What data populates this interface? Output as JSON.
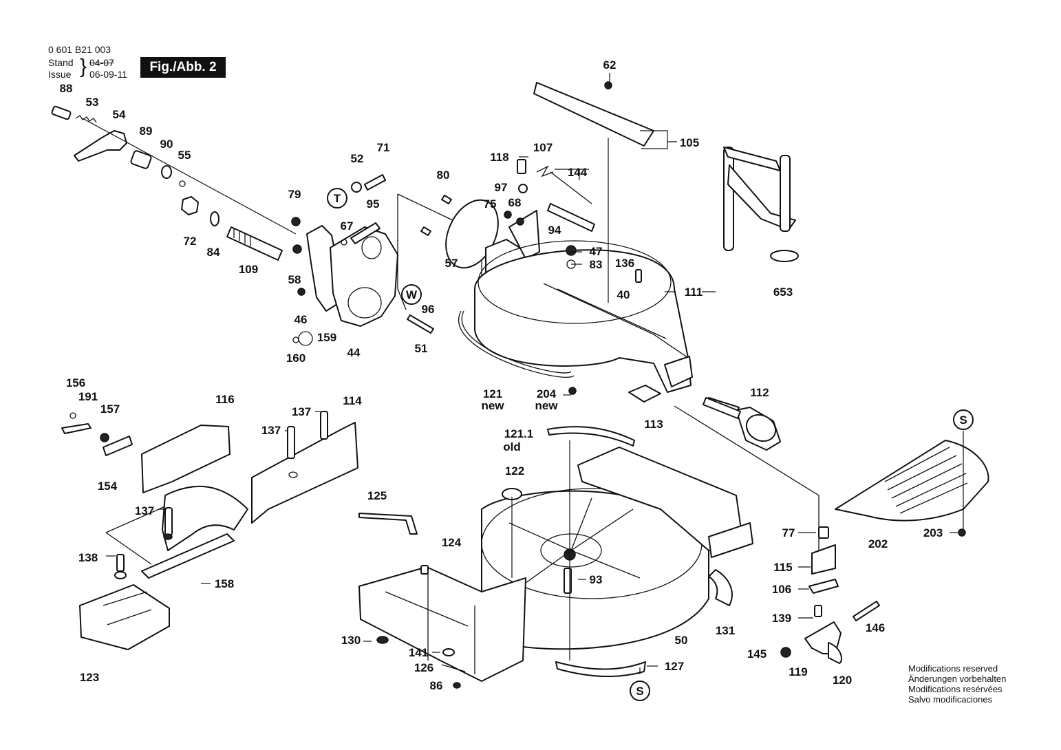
{
  "header": {
    "part_number": "0 601 B21 003",
    "stand_label": "Stand",
    "issue_label": "Issue",
    "stand_value": "04-07",
    "issue_value": "06-09-11",
    "figure_label": "Fig./Abb. 2"
  },
  "markers": [
    "T",
    "W",
    "S",
    "S"
  ],
  "part_labels": [
    "88",
    "53",
    "54",
    "89",
    "90",
    "55",
    "72",
    "84",
    "109",
    "58",
    "79",
    "46",
    "159",
    "160",
    "44",
    "52",
    "71",
    "95",
    "67",
    "96",
    "51",
    "80",
    "75",
    "68",
    "57",
    "118",
    "107",
    "97",
    "144",
    "94",
    "62",
    "105",
    "47",
    "83",
    "136",
    "40",
    "111",
    "653",
    "121",
    "new",
    "204",
    "new",
    "112",
    "113",
    "156",
    "191",
    "157",
    "154",
    "116",
    "137",
    "137",
    "114",
    "137",
    "138",
    "158",
    "123",
    "125",
    "124",
    "121.1",
    "old",
    "122",
    "93",
    "130",
    "141",
    "126",
    "86",
    "127",
    "131",
    "50",
    "77",
    "115",
    "106",
    "139",
    "146",
    "145",
    "119",
    "120",
    "202",
    "203"
  ],
  "notes": [
    "Modifications reserved",
    "Änderungen vorbehalten",
    "Modifications resérvées",
    "Salvo modificaciones"
  ]
}
